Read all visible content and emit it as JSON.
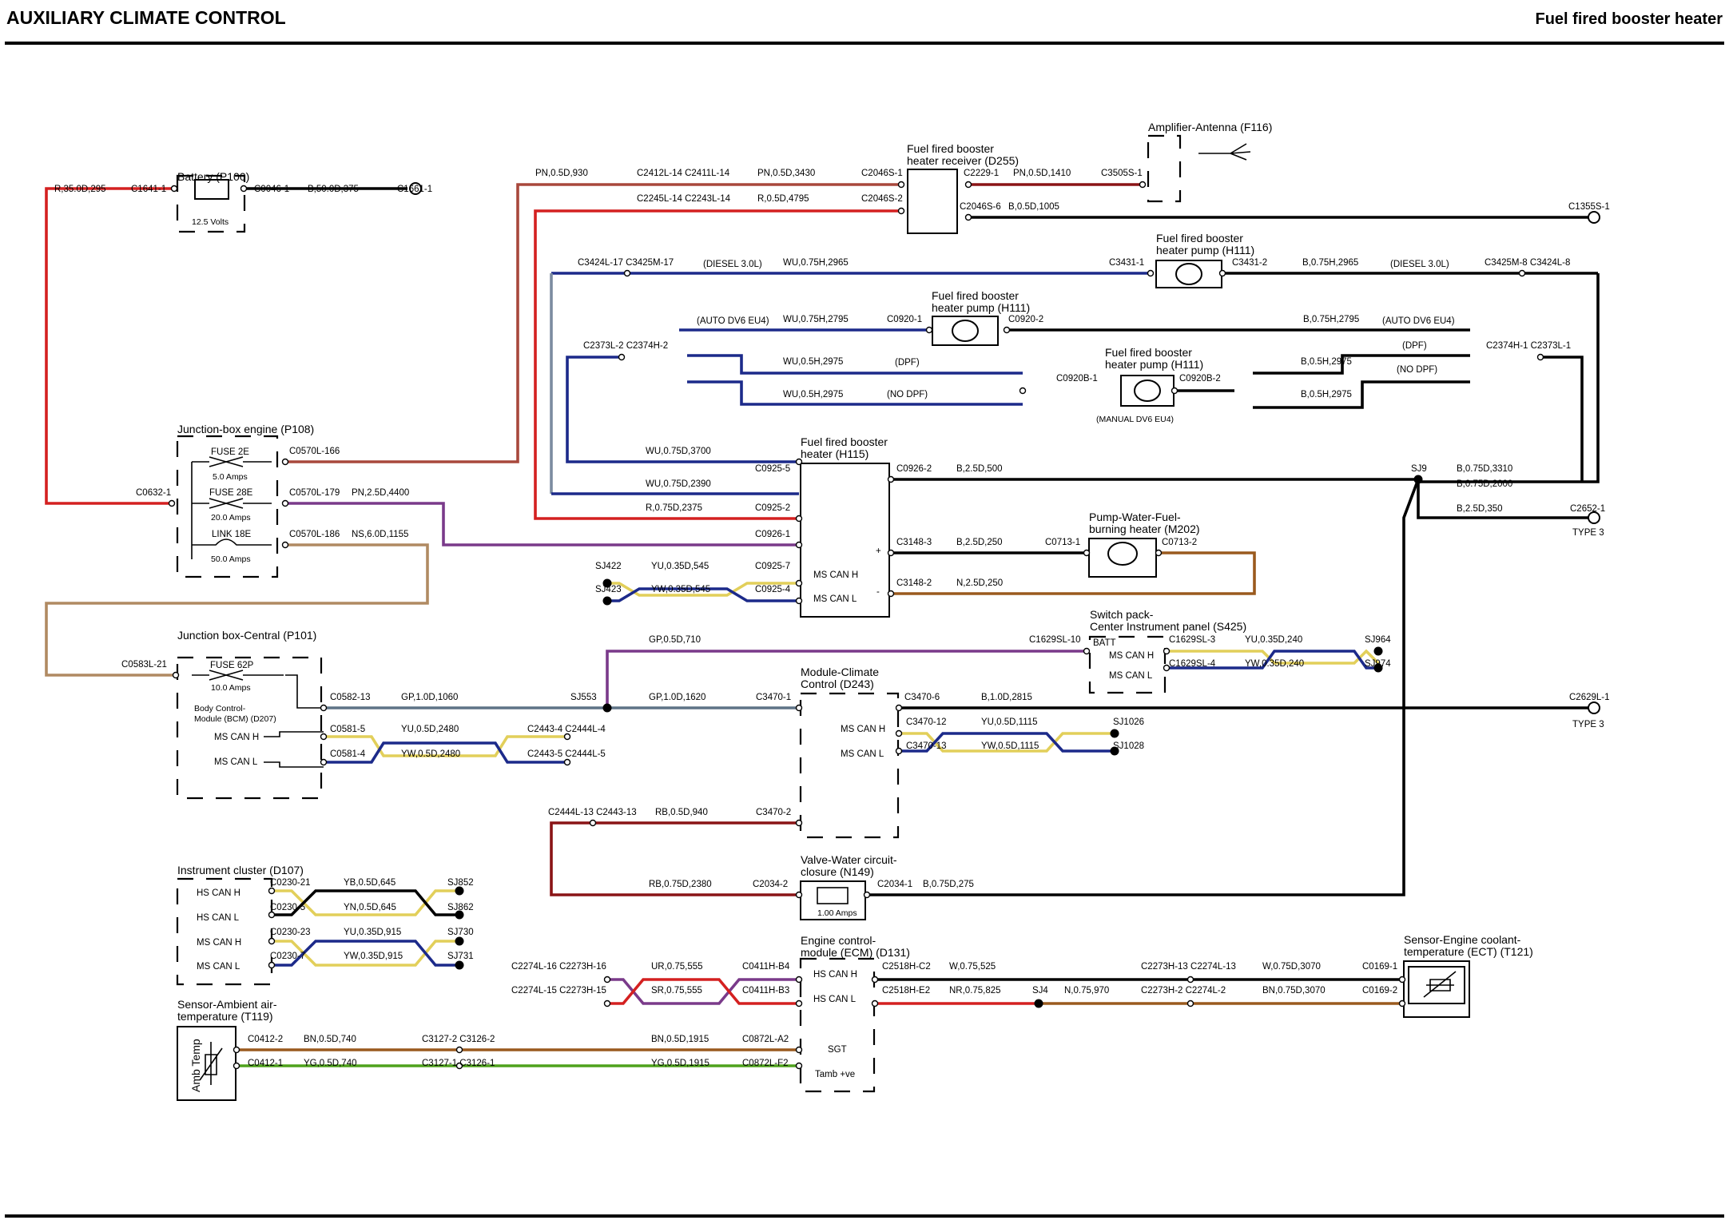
{
  "header": {
    "title": "AUXILIARY CLIMATE CONTROL",
    "subtitle": "Fuel fired booster heater"
  },
  "colors": {
    "red": "#d42020",
    "brown_red": "#a8483c",
    "dark_red": "#8a1416",
    "pink_brown": "#96365a",
    "purple": "#7a3a8a",
    "navy": "#1c2a8a",
    "grey_blue": "#7c8ca0",
    "tan": "#b08a62",
    "brown": "#9a5a1e",
    "slate": "#5e7386",
    "yellow": "#e2cf5a",
    "green": "#4ea21c",
    "black": "#000000"
  },
  "components": {
    "battery": {
      "name": "Battery (P100)",
      "rating": "12.5 Volts"
    },
    "receiver": {
      "name1": "Fuel fired booster",
      "name2": "heater receiver (D255)"
    },
    "antenna": {
      "name": "Amplifier-Antenna (F116)"
    },
    "pump_diesel": {
      "name1": "Fuel fired booster",
      "name2": "heater pump (H111)"
    },
    "pump_auto": {
      "name1": "Fuel fired booster",
      "name2": "heater pump (H111)"
    },
    "pump_manual": {
      "name1": "Fuel fired booster",
      "name2": "heater pump (H111)",
      "note": "(MANUAL DV6 EU4)"
    },
    "heater": {
      "name1": "Fuel fired booster",
      "name2": "heater (H115)",
      "pin_hi": "MS CAN H",
      "pin_lo": "MS CAN L",
      "plus": "+",
      "minus": "-"
    },
    "pump_water": {
      "name1": "Pump-Water-Fuel-",
      "name2": "burning heater (M202)"
    },
    "switch_pack": {
      "name1": "Switch pack-",
      "name2": "Center Instrument panel (S425)",
      "batt": "BATT",
      "pin_hi": "MS CAN H",
      "pin_lo": "MS CAN L"
    },
    "jb_engine": {
      "name": "Junction-box engine (P108)",
      "fuse1": "FUSE 2E",
      "fuse1_amps": "5.0 Amps",
      "fuse2": "FUSE 28E",
      "fuse2_amps": "20.0 Amps",
      "link": "LINK 18E",
      "link_amps": "50.0 Amps"
    },
    "jb_central": {
      "name": "Junction box-Central (P101)",
      "fuse": "FUSE 62P",
      "fuse_amps": "10.0 Amps",
      "bcm1": "Body Control-",
      "bcm2": "Module (BCM) (D207)",
      "pin_hi": "MS CAN H",
      "pin_lo": "MS CAN L"
    },
    "climate": {
      "name1": "Module-Climate",
      "name2": "Control (D243)",
      "pin_hi": "MS CAN H",
      "pin_lo": "MS CAN L"
    },
    "valve": {
      "name1": "Valve-Water circuit-",
      "name2": "closure (N149)",
      "rating": "1.00 Amps"
    },
    "cluster": {
      "name": "Instrument cluster (D107)",
      "p1": "HS CAN H",
      "p2": "HS CAN L",
      "p3": "MS CAN H",
      "p4": "MS CAN L"
    },
    "ambient": {
      "name1": "Sensor-Ambient air-",
      "name2": "temperature (T119)",
      "label": "Amb Temp"
    },
    "ecm": {
      "name1": "Engine control-",
      "name2": "module (ECM) (D131)",
      "pin_hi": "HS CAN H",
      "pin_lo": "HS CAN L",
      "sgt": "SGT",
      "tamb": "Tamb +ve"
    },
    "ect": {
      "name1": "Sensor-Engine coolant-",
      "name2": "temperature (ECT) (T121)"
    }
  },
  "grounds": {
    "type3_a": "TYPE 3",
    "type3_b": "TYPE 3"
  },
  "notes": {
    "diesel_l": "(DIESEL 3.0L)",
    "diesel_r": "(DIESEL 3.0L)",
    "auto_l": "(AUTO DV6 EU4)",
    "auto_r": "(AUTO DV6 EU4)",
    "dpf_l": "(DPF)",
    "nodpf_l": "(NO DPF)",
    "dpf_r": "(DPF)",
    "nodpf_r": "(NO DPF)"
  },
  "labels": {
    "r35": "R,35.0D,295",
    "c1641": "C1641-1",
    "c0046": "C0046-1",
    "b50": "B,50.0D,375",
    "c1661": "C1661-1",
    "pn05": "PN,0.5D,930",
    "c2412": "C2412L-14 C2411L-14",
    "pn3430": "PN,0.5D,3430",
    "c2046s1": "C2046S-1",
    "c2245": "C2245L-14 C2243L-14",
    "r4795": "R,0.5D,4795",
    "c2046s2": "C2046S-2",
    "c2229": "C2229-1",
    "pn1410": "PN,0.5D,1410",
    "c3505": "C3505S-1",
    "c2046s6": "C2046S-6",
    "b1005": "B,0.5D,1005",
    "c1355": "C1355S-1",
    "c3424l17": "C3424L-17 C3425M-17",
    "wu2965": "WU,0.75H,2965",
    "c3431_1": "C3431-1",
    "c3431_2": "C3431-2",
    "b2965": "B,0.75H,2965",
    "c3425m8": "C3425M-8 C3424L-8",
    "wu2795": "WU,0.75H,2795",
    "c0920_1": "C0920-1",
    "c0920_2": "C0920-2",
    "b2795": "B,0.75H,2795",
    "c2373": "C2373L-2 C2374H-2",
    "c2374h1": "C2374H-1 C2373L-1",
    "wu2975a": "WU,0.5H,2975",
    "wu2975b": "WU,0.5H,2975",
    "c0920b1": "C0920B-1",
    "c0920b2": "C0920B-2",
    "b2975a": "B,0.5H,2975",
    "b2975b": "B,0.5H,2975",
    "wu3700": "WU,0.75D,3700",
    "wu2390": "WU,0.75D,2390",
    "c0925_5": "C0925-5",
    "c0926_2": "C0926-2",
    "b500": "B,2.5D,500",
    "sj9": "SJ9",
    "b3310": "B,0.75D,3310",
    "b2000": "B,0.75D,2000",
    "b350": "B,2.5D,350",
    "c2652": "C2652-1",
    "c0570_166": "C0570L-166",
    "c0632": "C0632-1",
    "c0570_179": "C0570L-179",
    "pn4400": "PN,2.5D,4400",
    "c0570_186": "C0570L-186",
    "ns1155": "NS,6.0D,1155",
    "r2375": "R,0.75D,2375",
    "c0925_2": "C0925-2",
    "c0926_1": "C0926-1",
    "c3148_3": "C3148-3",
    "b250": "B,2.5D,250",
    "c0713_1": "C0713-1",
    "c0713_2": "C0713-2",
    "c3148_2": "C3148-2",
    "n250": "N,2.5D,250",
    "sj422": "SJ422",
    "sj423": "SJ423",
    "yu545": "YU,0.35D,545",
    "yw545": "YW,0.35D,545",
    "c0925_7": "C0925-7",
    "c0925_4": "C0925-4",
    "gp710": "GP,0.5D,710",
    "c1629_10": "C1629SL-10",
    "c1629_3": "C1629SL-3",
    "yu240": "YU,0.35D,240",
    "sj964": "SJ964",
    "c1629_4": "C1629SL-4",
    "yw240": "YW,0.35D,240",
    "sj974": "SJ974",
    "c0583": "C0583L-21",
    "c0582": "C0582-13",
    "gp1060": "GP,1.0D,1060",
    "sj553": "SJ553",
    "gp1620": "GP,1.0D,1620",
    "c3470_1": "C3470-1",
    "c3470_6": "C3470-6",
    "b2815": "B,1.0D,2815",
    "c2629": "C2629L-1",
    "c0581_5": "C0581-5",
    "yu2480": "YU,0.5D,2480",
    "c2443_4": "C2443-4 C2444L-4",
    "c0581_4": "C0581-4",
    "yw2480": "YW,0.5D,2480",
    "c2443_5": "C2443-5 C2444L-5",
    "c3470_12": "C3470-12",
    "yu1115": "YU,0.5D,1115",
    "sj1026": "SJ1026",
    "c3470_13": "C3470-13",
    "yw1115": "YW,0.5D,1115",
    "sj1028": "SJ1028",
    "c2444_13": "C2444L-13 C2443-13",
    "rb940": "RB,0.5D,940",
    "c3470_2": "C3470-2",
    "rb2380": "RB,0.75D,2380",
    "c2034_2": "C2034-2",
    "c2034_1": "C2034-1",
    "b275": "B,0.75D,275",
    "c0230_21": "C0230-21",
    "yb645": "YB,0.5D,645",
    "sj852": "SJ852",
    "c0230_5": "C0230-5",
    "yn645": "YN,0.5D,645",
    "sj862": "SJ862",
    "c0230_23": "C0230-23",
    "yu915": "YU,0.35D,915",
    "sj730": "SJ730",
    "c0230_7": "C0230-7",
    "yw915": "YW,0.35D,915",
    "sj731": "SJ731",
    "c2274_16": "C2274L-16 C2273H-16",
    "ur555": "UR,0.75,555",
    "c0411_b4": "C0411H-B4",
    "c2274_15": "C2274L-15 C2273H-15",
    "sr555": "SR,0.75,555",
    "c0411_b3": "C0411H-B3",
    "c2518_c2": "C2518H-C2",
    "w525": "W,0.75,525",
    "c2273_13": "C2273H-13 C2274L-13",
    "w3070": "W,0.75D,3070",
    "c0169_1": "C0169-1",
    "c2518_e2": "C2518H-E2",
    "nr825": "NR,0.75,825",
    "sj4": "SJ4",
    "n970": "N,0.75,970",
    "c2273_2": "C2273H-2 C2274L-2",
    "bn3070": "BN,0.75D,3070",
    "c0169_2": "C0169-2",
    "c0412_2": "C0412-2",
    "bn740": "BN,0.5D,740",
    "c3127_2": "C3127-2 C3126-2",
    "bn1915": "BN,0.5D,1915",
    "c0872_a2": "C0872L-A2",
    "c0412_1": "C0412-1",
    "yg740": "YG,0.5D,740",
    "c3127_1": "C3127-1 C3126-1",
    "yg1915": "YG,0.5D,1915",
    "c0872_f2": "C0872L-F2"
  }
}
